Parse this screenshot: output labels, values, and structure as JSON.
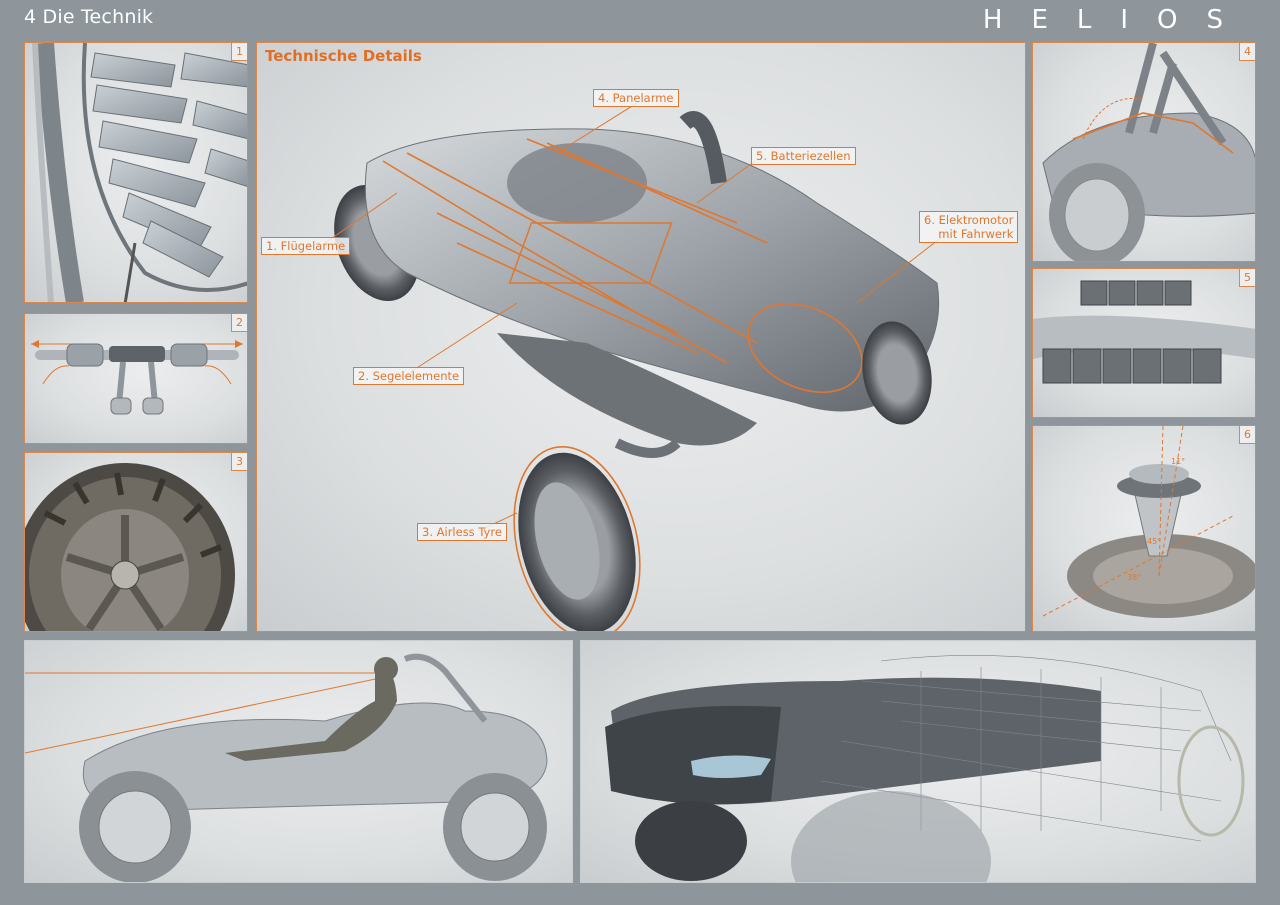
{
  "header": {
    "title": "4 Die Technik",
    "brand": "HELIOS"
  },
  "main_panel": {
    "title": "Technische Details",
    "callouts": [
      {
        "label": "1. Flügelarme"
      },
      {
        "label": "2. Segelelemente"
      },
      {
        "label": "3. Airless Tyre"
      },
      {
        "label": "4. Panelarme"
      },
      {
        "label": "5. Batteriezellen"
      },
      {
        "label": "6. Elektromotor",
        "label2": "mit Fahrwerk"
      }
    ]
  },
  "detail_panels": {
    "p1": "1",
    "p2": "2",
    "p3": "3",
    "p4": "4",
    "p5": "5",
    "p6": "6"
  },
  "angles": {
    "a1": "11°",
    "a2": "45°",
    "a3": "38°"
  },
  "colors": {
    "accent": "#e0772f",
    "background": "#8e969b"
  }
}
